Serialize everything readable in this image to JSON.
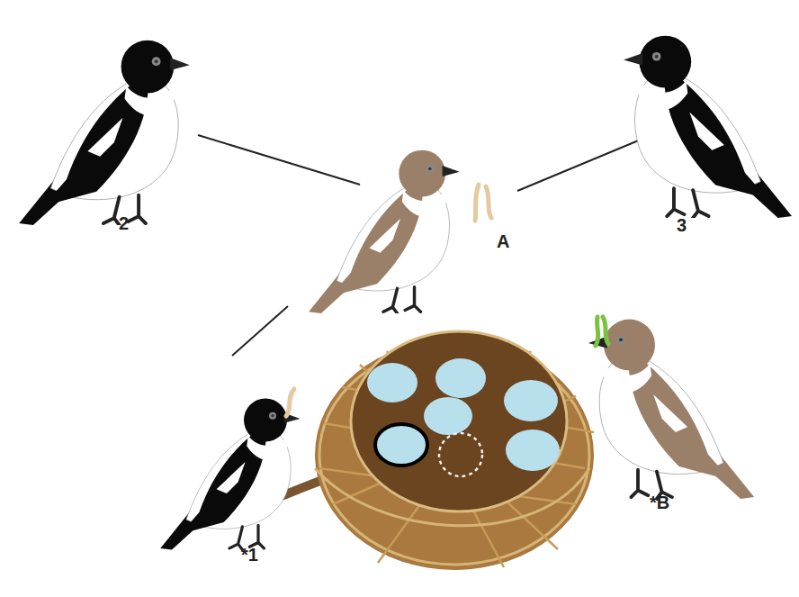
{
  "diagram": {
    "labels": [
      "2",
      "3",
      "A",
      "*1",
      "*B"
    ]
  }
}
